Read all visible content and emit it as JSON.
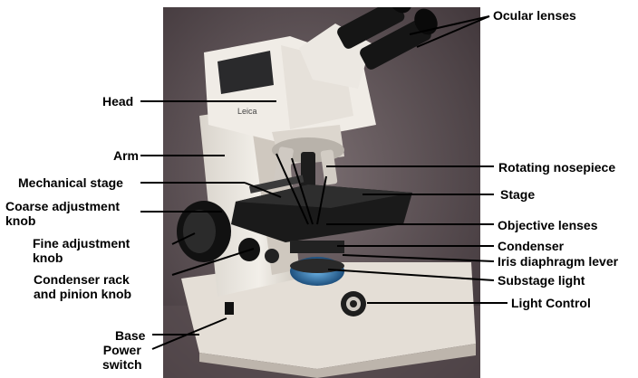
{
  "diagram": {
    "brand_text": "Leica",
    "labels": {
      "ocular_lenses": "Ocular lenses",
      "head": "Head",
      "arm": "Arm",
      "mechanical_stage": "Mechanical stage",
      "coarse_adjustment_knob": "Coarse adjustment\nknob",
      "fine_adjustment_knob": "Fine adjustment\nknob",
      "condenser_rack_pinion_knob": "Condenser rack\nand pinion knob",
      "base": "Base",
      "power_switch": "Power\nswitch",
      "rotating_nosepiece": "Rotating nosepiece",
      "stage": "Stage",
      "objective_lenses": "Objective lenses",
      "condenser": "Condenser",
      "iris_diaphragm_lever": "Iris diaphragm lever",
      "substage_light": "Substage light",
      "light_control": "Light Control"
    },
    "colors": {
      "backdrop": "#5e5256",
      "body": "#ece8e2",
      "black_parts": "#141414",
      "leader_line": "#000000"
    }
  }
}
